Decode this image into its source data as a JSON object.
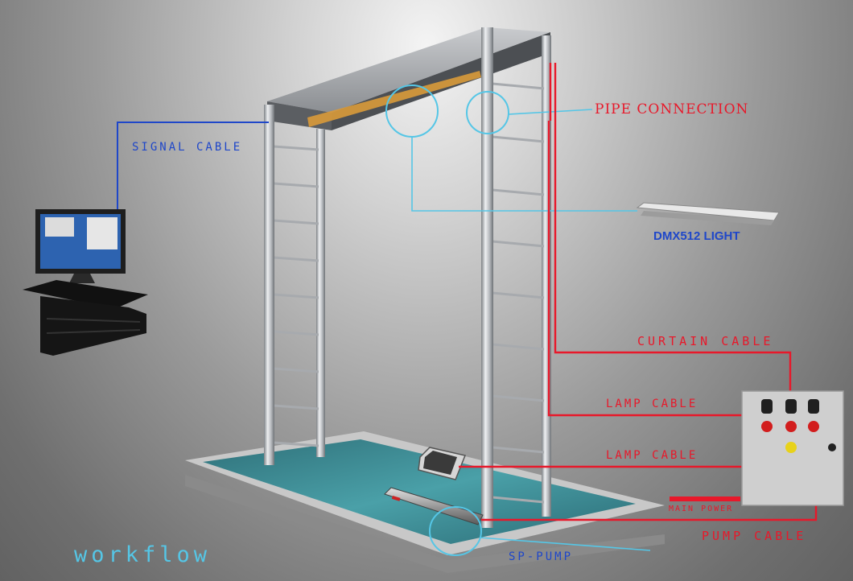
{
  "labels": {
    "signal_cable": "SIGNAL CABLE",
    "pipe_connection": "PIPE CONNECTION",
    "dmx512_light": "DMX512 LIGHT",
    "curtain_cable": "CURTAIN CABLE",
    "lamp_cable_upper": "LAMP CABLE",
    "lamp_cable_lower": "LAMP CABLE",
    "main_power": "MAIN POWER",
    "pump_cable": "PUMP CABLE",
    "sp_pump": "SP-PUMP",
    "workflow": "workflow"
  },
  "colors": {
    "cable_red": "#e8182a",
    "cable_blue": "#1f47c9",
    "highlight_cyan": "#55c6e6",
    "water": "#3f8f98",
    "frame_metal": "#b9bcc0"
  },
  "icons": {
    "computer": "computer-monitor-icon",
    "control_box": "control-box-icon",
    "pump": "submersible-pump-icon",
    "lamp": "flood-lamp-icon",
    "light_bar": "led-bar-icon"
  }
}
